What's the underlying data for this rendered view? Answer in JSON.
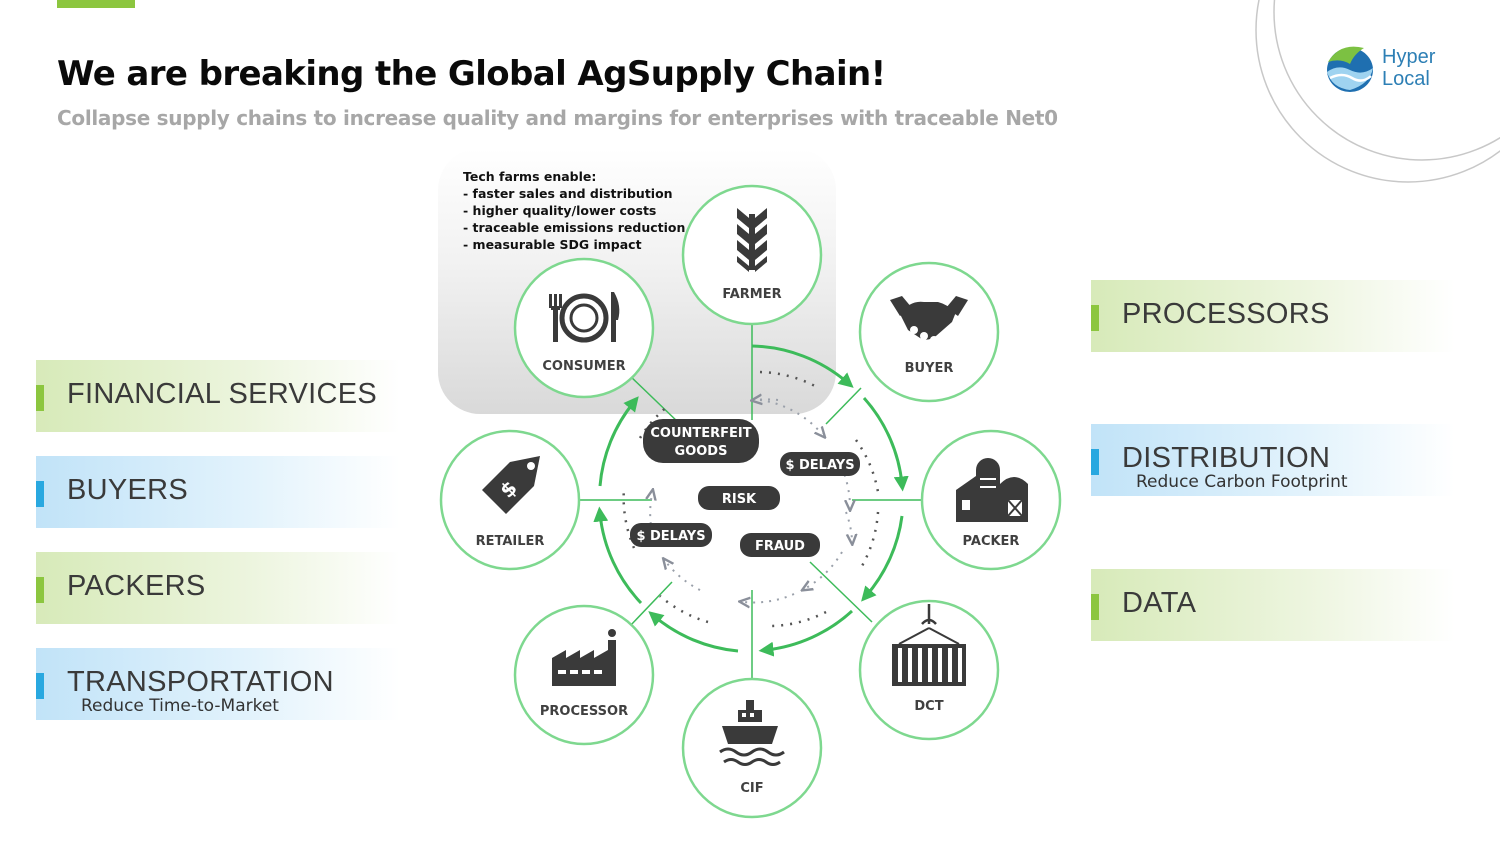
{
  "header": {
    "title": "We are breaking the Global AgSupply Chain!",
    "subtitle": "Collapse supply chains to increase quality and margins for enterprises with traceable Net0"
  },
  "logo": {
    "line1": "Hyper",
    "line2": "Local"
  },
  "colors": {
    "accent_green": "#8cc63f",
    "accent_blue": "#29a8e0",
    "diagram_green": "#3dbb5a",
    "node_ring": "#7ed88f",
    "pill": "#3a3a3a",
    "logo_text": "#2d7fb5"
  },
  "callout": {
    "heading": "Tech farms enable:",
    "items": [
      "- faster sales and distribution",
      "- higher quality/lower costs",
      "- traceable emissions reduction",
      "- measurable SDG impact"
    ]
  },
  "left_bands": [
    {
      "label": "FINANCIAL SERVICES",
      "sublabel": "",
      "color": "green"
    },
    {
      "label": "BUYERS",
      "sublabel": "",
      "color": "blue"
    },
    {
      "label": "PACKERS",
      "sublabel": "",
      "color": "green"
    },
    {
      "label": "TRANSPORTATION",
      "sublabel": "Reduce Time-to-Market",
      "color": "blue"
    }
  ],
  "right_bands": [
    {
      "label": "PROCESSORS",
      "sublabel": "",
      "color": "green"
    },
    {
      "label": "DISTRIBUTION",
      "sublabel": "Reduce Carbon Footprint",
      "color": "blue"
    },
    {
      "label": "DATA",
      "sublabel": "",
      "color": "green"
    }
  ],
  "nodes": [
    {
      "label": "FARMER",
      "icon": "wheat-icon"
    },
    {
      "label": "BUYER",
      "icon": "handshake-icon"
    },
    {
      "label": "PACKER",
      "icon": "barn-icon"
    },
    {
      "label": "DCT",
      "icon": "container-icon"
    },
    {
      "label": "CIF",
      "icon": "ship-icon"
    },
    {
      "label": "PROCESSOR",
      "icon": "factory-icon"
    },
    {
      "label": "RETAILER",
      "icon": "price-tag-icon"
    },
    {
      "label": "CONSUMER",
      "icon": "plate-cutlery-icon"
    }
  ],
  "center_pills": {
    "counterfeit_line1": "COUNTERFEIT",
    "counterfeit_line2": "GOODS",
    "delays_right": "$ DELAYS",
    "risk": "RISK",
    "delays_left": "$ DELAYS",
    "fraud": "FRAUD"
  }
}
